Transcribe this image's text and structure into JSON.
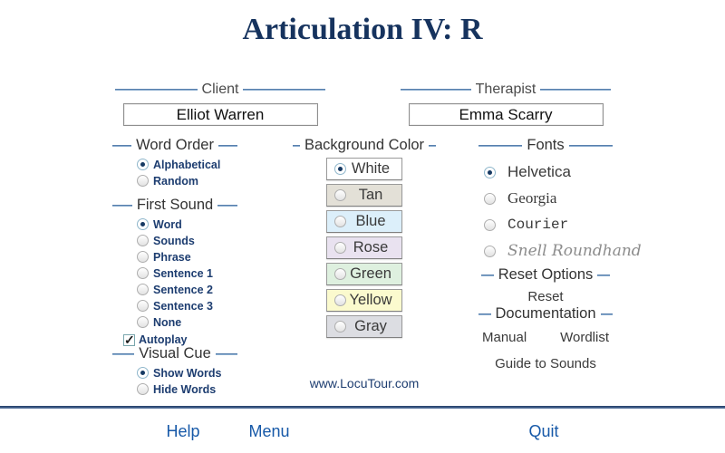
{
  "title": "Articulation IV: R",
  "client": {
    "label": "Client",
    "value": "Elliot Warren"
  },
  "therapist": {
    "label": "Therapist",
    "value": "Emma Scarry"
  },
  "word_order": {
    "title": "Word Order",
    "options": [
      {
        "label": "Alphabetical",
        "selected": true
      },
      {
        "label": "Random",
        "selected": false
      }
    ]
  },
  "first_sound": {
    "title": "First Sound",
    "options": [
      {
        "label": "Word",
        "selected": true
      },
      {
        "label": "Sounds",
        "selected": false
      },
      {
        "label": "Phrase",
        "selected": false
      },
      {
        "label": "Sentence 1",
        "selected": false
      },
      {
        "label": "Sentence 2",
        "selected": false
      },
      {
        "label": "Sentence 3",
        "selected": false
      },
      {
        "label": "None",
        "selected": false
      }
    ],
    "autoplay": {
      "label": "Autoplay",
      "checked": true
    }
  },
  "visual_cue": {
    "title": "Visual Cue",
    "options": [
      {
        "label": "Show Words",
        "selected": true
      },
      {
        "label": "Hide Words",
        "selected": false
      }
    ]
  },
  "background_color": {
    "title": "Background Color",
    "options": [
      {
        "label": "White",
        "color": "#ffffff",
        "selected": true
      },
      {
        "label": "Tan",
        "color": "#e3e0d7",
        "selected": false
      },
      {
        "label": "Blue",
        "color": "#dceffa",
        "selected": false
      },
      {
        "label": "Rose",
        "color": "#e9e2f0",
        "selected": false
      },
      {
        "label": "Green",
        "color": "#def0df",
        "selected": false
      },
      {
        "label": "Yellow",
        "color": "#fbface",
        "selected": false
      },
      {
        "label": "Gray",
        "color": "#dcdde2",
        "selected": false
      }
    ]
  },
  "fonts": {
    "title": "Fonts",
    "options": [
      {
        "label": "Helvetica",
        "selected": true
      },
      {
        "label": "Georgia",
        "selected": false
      },
      {
        "label": "Courier",
        "selected": false
      },
      {
        "label": "Snell Roundhand",
        "selected": false
      }
    ]
  },
  "reset_options": {
    "title": "Reset Options",
    "reset_label": "Reset"
  },
  "documentation": {
    "title": "Documentation",
    "manual_label": "Manual",
    "wordlist_label": "Wordlist",
    "guide_label": "Guide to Sounds"
  },
  "website": "www.LocuTour.com",
  "footer": {
    "help": "Help",
    "menu": "Menu",
    "quit": "Quit"
  },
  "colors": {
    "title_navy": "#16335e",
    "option_label_navy": "#1d3d70",
    "section_line_blue": "#3f6a9c",
    "footer_link_blue": "#1759a8"
  }
}
